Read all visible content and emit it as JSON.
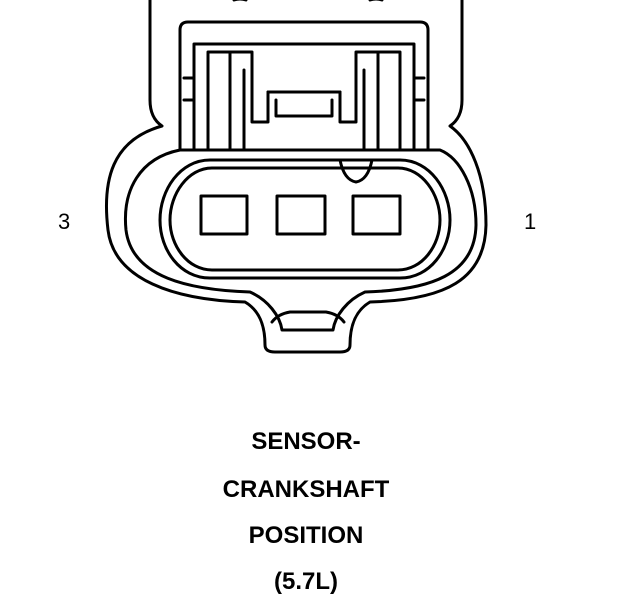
{
  "pin_labels": {
    "left": "3",
    "right": "1"
  },
  "caption": {
    "line1": "SENSOR-",
    "line2": "CRANKSHAFT",
    "line3": "POSITION",
    "line4": "(5.7L)"
  },
  "colors": {
    "ink": "#000000",
    "background": "#ffffff"
  }
}
